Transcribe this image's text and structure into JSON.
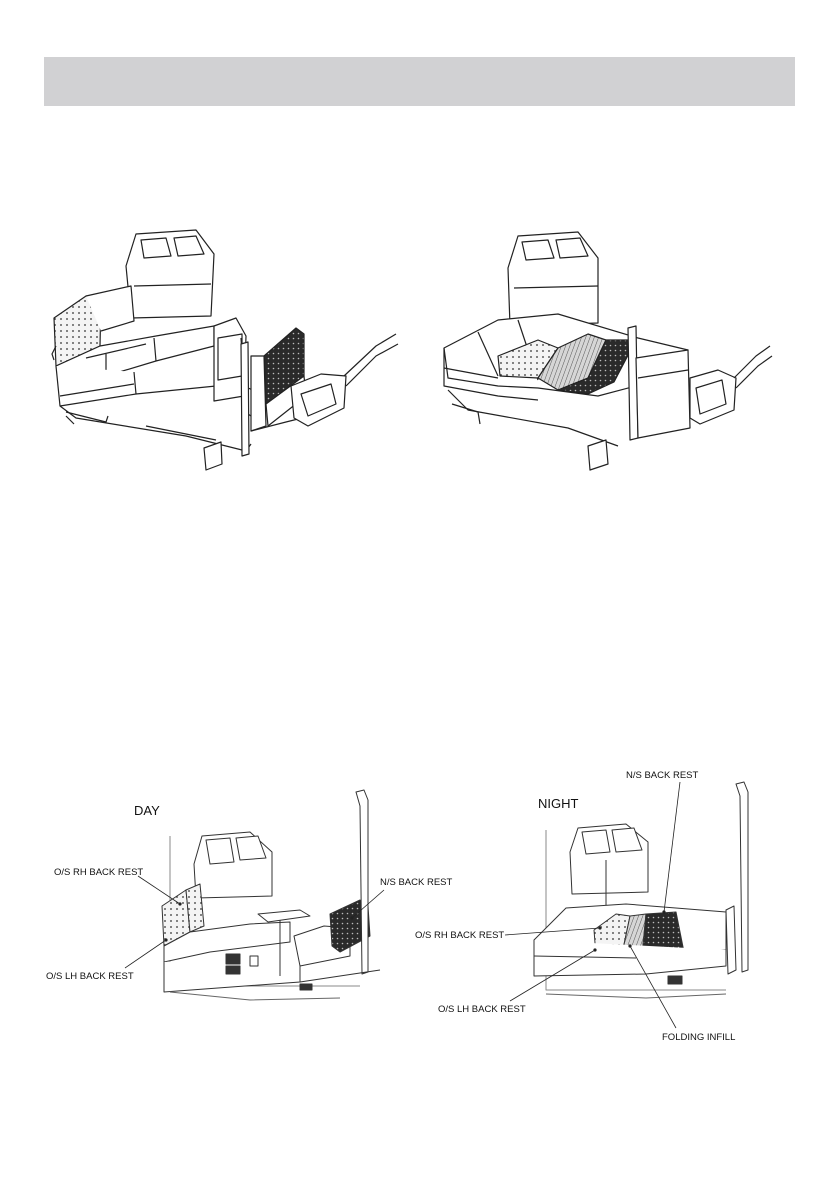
{
  "colors": {
    "header_bar": "#d1d1d3",
    "line": "#222222",
    "dark_cushion": "#2a2a2a",
    "dotted_cushion": "#f2f2f2",
    "striped_cushion": "#bdbdbd"
  },
  "day_diagram": {
    "title": "DAY",
    "labels": {
      "os_rh_back_rest": "O/S RH BACK REST",
      "os_lh_back_rest": "O/S LH BACK REST",
      "ns_back_rest": "N/S BACK REST"
    }
  },
  "night_diagram": {
    "title": "NIGHT",
    "labels": {
      "ns_back_rest": "N/S BACK REST",
      "os_rh_back_rest": "O/S RH BACK REST",
      "os_lh_back_rest": "O/S LH BACK REST",
      "folding_infill": "FOLDING INFILL"
    }
  }
}
